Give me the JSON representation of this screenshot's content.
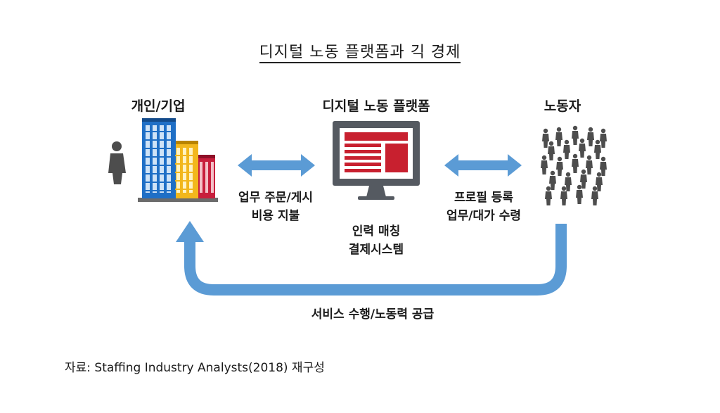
{
  "title": "디지털 노동 플랫폼과 긱 경제",
  "nodes": {
    "client": "개인/기업",
    "platform": "디지털 노동 플랫폼",
    "worker": "노동자"
  },
  "flows": {
    "left_line1": "업무 주문/게시",
    "left_line2": "비용 지불",
    "right_line1": "프로필 등록",
    "right_line2": "업무/대가 수령",
    "center_line1": "인력 매칭",
    "center_line2": "결제시스템",
    "bottom": "서비스 수행/노동력 공급"
  },
  "source": "자료: Staffing Industry Analysts(2018) 재구성",
  "colors": {
    "arrow": "#5b9bd5",
    "arrow_dark": "#4a86c0",
    "monitor": "#555a61",
    "screen_accent": "#c8202f",
    "building_blue": "#1f6fc6",
    "building_yellow": "#f2b71c",
    "building_red": "#c81e3c",
    "person": "#4d4d4d"
  }
}
